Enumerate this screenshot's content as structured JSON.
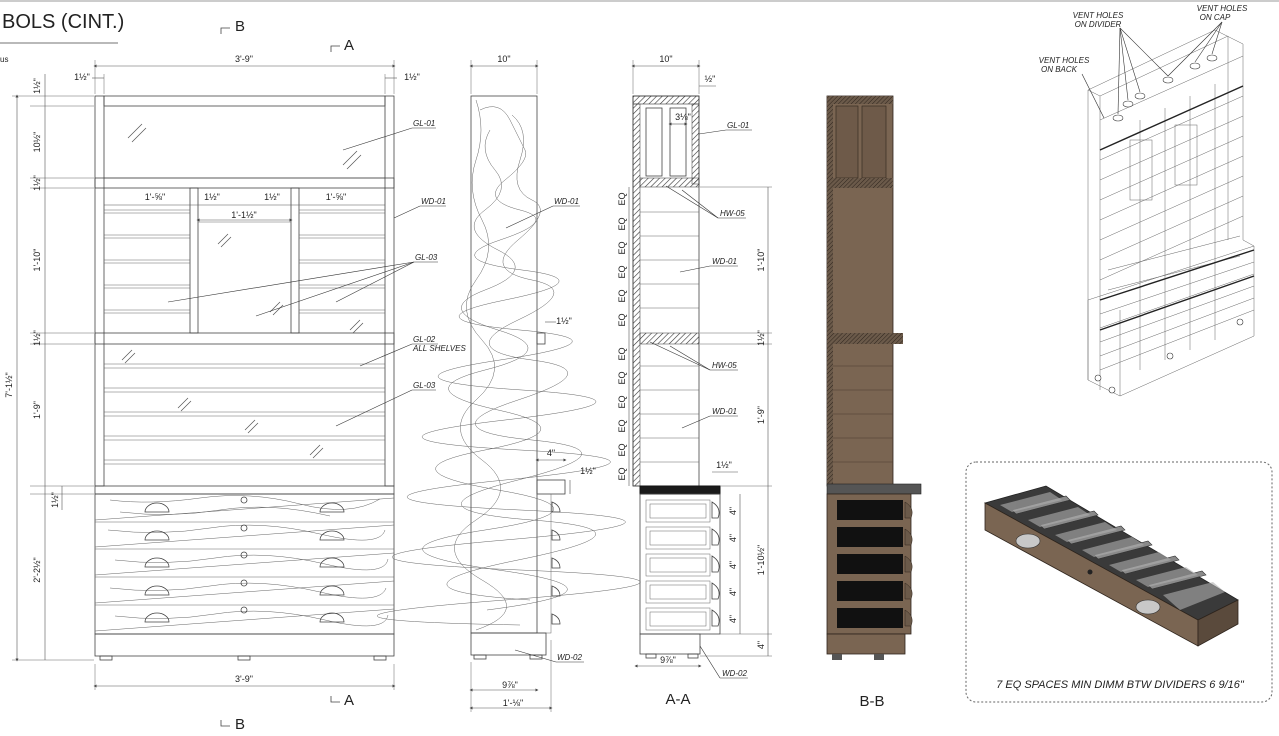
{
  "title": "BOLS (CINT.)",
  "title_sub": "us",
  "section_marks": {
    "b": "B",
    "a": "A"
  },
  "section_titles": {
    "aa": "A-A",
    "bb": "B-B"
  },
  "front_dims": {
    "overall_width": "3'-9\"",
    "top_left": "1½\"",
    "top_right": "1½\"",
    "h_top": "1½\"",
    "h_glass": "10½\"",
    "h_rail1": "1½\"",
    "h_mid": "1'-10\"",
    "h_rail2": "1½\"",
    "h_lower": "1'-9\"",
    "h_rail3": "1½\"",
    "h_base": "2'-2½\"",
    "overall_height": "7'-1½\"",
    "cubby_left": "1'-⅝\"",
    "post_left": "1½\"",
    "center_opening": "1'-1½\"",
    "post_right": "1½\"",
    "cubby_right": "1'-⅝\"",
    "bottom_width": "3'-9\""
  },
  "front_tags": {
    "gl01": "GL-01",
    "wd01": "WD-01",
    "gl03a": "GL-03",
    "gl02": "GL-02",
    "gl02_sub": "ALL SHELVES",
    "gl03b": "GL-03"
  },
  "side_dims": {
    "top": "10\"",
    "ledge": "1½\"",
    "step": "4\"",
    "step_h": "1½\"",
    "base_depth": "9⅞\"",
    "overall_depth": "1'-⅛\""
  },
  "side_tags": {
    "wd01": "WD-01",
    "wd02": "WD-02"
  },
  "aa_dims": {
    "top": "10\"",
    "top_small": "½\"",
    "inner": "3⅛\"",
    "h_mid": "1'-10\"",
    "h_rail": "1½\"",
    "h_lower": "1'-9\"",
    "drawer_step": "1½\"",
    "h_drawers": "1'-10½\"",
    "h_leg": "4\"",
    "drawer1": "4\"",
    "drawer2": "4\"",
    "drawer3": "4\"",
    "drawer4": "4\"",
    "drawer5": "4\"",
    "base": "9⅞\"",
    "eq": "EQ"
  },
  "aa_tags": {
    "gl01": "GL-01",
    "hw05a": "HW-05",
    "wd01a": "WD-01",
    "hw05b": "HW-05",
    "wd01b": "WD-01",
    "wd02": "WD-02"
  },
  "iso_tags": {
    "divider_1": "VENT HOLES",
    "divider_2": "ON DIVIDER",
    "cap_1": "VENT HOLES",
    "cap_2": "ON CAP",
    "back_1": "VENT HOLES",
    "back_2": "ON BACK"
  },
  "detail_note": "7 EQ SPACES MIN DIMM BTW DIVIDERS 6 9/16\""
}
